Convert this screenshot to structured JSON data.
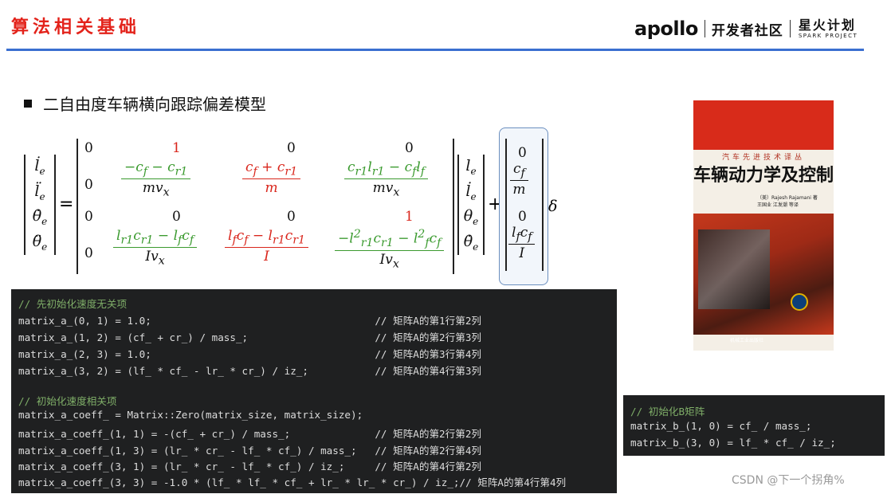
{
  "header": {
    "title": "算法相关基础",
    "brand": "apollo",
    "brand_cn": "开发者社区",
    "spark_cn": "星火计划",
    "spark_en": "SPARK PROJECT"
  },
  "section": {
    "bullet": "■",
    "title": "二自由度车辆横向跟踪偏差模型"
  },
  "book": {
    "series": "汽车先进技术译丛",
    "title": "车辆动力学及控制",
    "author_line1": "（美）Rajesh Rajamani 著",
    "author_line2": "王国业  江发潮  等译",
    "publisher": "机械工业出版社"
  },
  "code_block_1": {
    "lines": [
      "// 先初始化速度无关项",
      "matrix_a_(0, 1) = 1.0;                                     // 矩阵A的第1行第2列",
      "matrix_a_(1, 2) = (cf_ + cr_) / mass_;                     // 矩阵A的第2行第3列",
      "matrix_a_(2, 3) = 1.0;                                     // 矩阵A的第3行第4列",
      "matrix_a_(3, 2) = (lf_ * cf_ - lr_ * cr_) / iz_;           // 矩阵A的第4行第3列",
      "",
      "// 初始化速度相关项",
      "matrix_a_coeff_ = Matrix::Zero(matrix_size, matrix_size);",
      "matrix_a_coeff_(1, 1) = -(cf_ + cr_) / mass_;              // 矩阵A的第2行第2列",
      "matrix_a_coeff_(1, 3) = (lr_ * cr_ - lf_ * cf_) / mass_;   // 矩阵A的第2行第4列",
      "matrix_a_coeff_(3, 1) = (lr_ * cr_ - lf_ * cf_) / iz_;     // 矩阵A的第4行第2列",
      "matrix_a_coeff_(3, 3) = -1.0 * (lf_ * lf_ * cf_ + lr_ * lr_ * cr_) / iz_;// 矩阵A的第4行第4列"
    ]
  },
  "code_block_2": {
    "lines": [
      "// 初始化B矩阵",
      "matrix_b_(1, 0) = cf_ / mass_;",
      "matrix_b_(3, 0) = lf_ * cf_ / iz_;"
    ]
  },
  "watermark": "CSDN @下一个拐角%"
}
